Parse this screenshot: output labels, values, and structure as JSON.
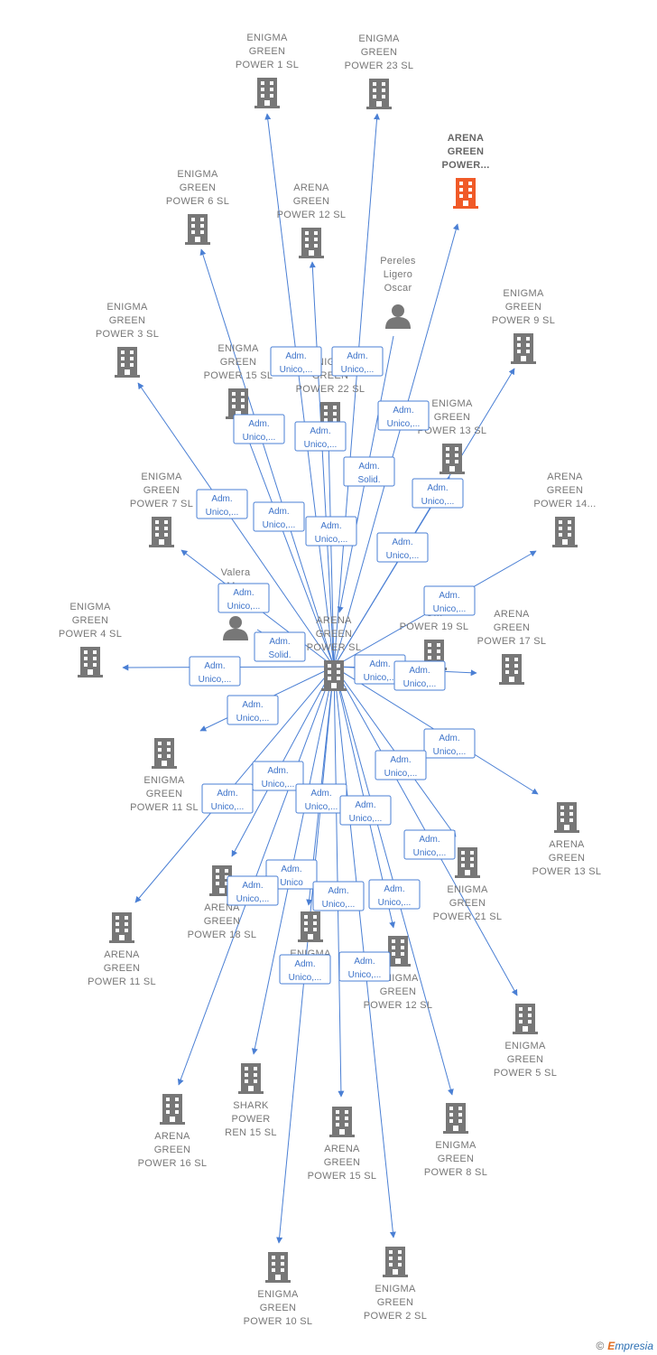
{
  "center": "c",
  "nodes": [
    {
      "id": "c",
      "label": [
        "ARENA",
        "GREEN",
        "POWER  SL"
      ],
      "type": "company"
    },
    {
      "id": "n_egp1",
      "label": [
        "ENIGMA",
        "GREEN",
        "POWER 1  SL"
      ],
      "type": "company"
    },
    {
      "id": "n_egp23",
      "label": [
        "ENIGMA",
        "GREEN",
        "POWER 23  SL"
      ],
      "type": "company"
    },
    {
      "id": "n_agp_hl",
      "label": [
        "ARENA",
        "GREEN",
        "POWER..."
      ],
      "type": "company",
      "highlight": true
    },
    {
      "id": "n_egp6",
      "label": [
        "ENIGMA",
        "GREEN",
        "POWER 6  SL"
      ],
      "type": "company"
    },
    {
      "id": "n_agp12",
      "label": [
        "ARENA",
        "GREEN",
        "POWER 12  SL"
      ],
      "type": "company"
    },
    {
      "id": "n_pereles",
      "label": [
        "Pereles",
        "Ligero",
        "Oscar"
      ],
      "type": "person"
    },
    {
      "id": "n_egp9",
      "label": [
        "ENIGMA",
        "GREEN",
        "POWER 9  SL"
      ],
      "type": "company"
    },
    {
      "id": "n_egp3",
      "label": [
        "ENIGMA",
        "GREEN",
        "POWER 3  SL"
      ],
      "type": "company"
    },
    {
      "id": "n_egp15",
      "label": [
        "ENIGMA",
        "GREEN",
        "POWER 15  SL"
      ],
      "type": "company"
    },
    {
      "id": "n_egp22",
      "label": [
        "ENIGMA",
        "GREEN",
        "POWER 22  SL"
      ],
      "type": "company"
    },
    {
      "id": "n_egp13",
      "label": [
        "ENIGMA",
        "GREEN",
        "POWER 13  SL"
      ],
      "type": "company"
    },
    {
      "id": "n_egp7",
      "label": [
        "ENIGMA",
        "GREEN",
        "POWER 7  SL"
      ],
      "type": "company"
    },
    {
      "id": "n_agp14",
      "label": [
        "ARENA",
        "GREEN",
        "POWER 14..."
      ],
      "type": "company"
    },
    {
      "id": "n_valera",
      "label": [
        "Valera",
        "M...",
        "F..."
      ],
      "type": "person"
    },
    {
      "id": "n_agp19",
      "label": [
        "A...",
        "G...",
        "POWER 19  SL"
      ],
      "type": "company"
    },
    {
      "id": "n_agp17",
      "label": [
        "ARENA",
        "GREEN",
        "POWER 17  SL"
      ],
      "type": "company"
    },
    {
      "id": "n_egp4",
      "label": [
        "ENIGMA",
        "GREEN",
        "POWER 4  SL"
      ],
      "type": "company"
    },
    {
      "id": "n_egp11",
      "label": [
        "ENIGMA",
        "GREEN",
        "POWER 11  SL"
      ],
      "type": "company"
    },
    {
      "id": "n_agp13",
      "label": [
        "ARENA",
        "GREEN",
        "POWER 13  SL"
      ],
      "type": "company"
    },
    {
      "id": "n_agp18",
      "label": [
        "ARENA",
        "GREEN",
        "POWER 18  SL"
      ],
      "type": "company"
    },
    {
      "id": "n_agp21",
      "label": [
        "ENIGMA",
        "GREEN",
        "POWER 21  SL"
      ],
      "type": "company"
    },
    {
      "id": "n_agp11",
      "label": [
        "ARENA",
        "GREEN",
        "POWER 11  SL"
      ],
      "type": "company"
    },
    {
      "id": "n_egpX",
      "label": [
        "ENIGMA",
        "GREEN",
        "P...  SL"
      ],
      "type": "company"
    },
    {
      "id": "n_egp12",
      "label": [
        "ENIGMA",
        "GREEN",
        "POWER 12  SL"
      ],
      "type": "company"
    },
    {
      "id": "n_egp5",
      "label": [
        "ENIGMA",
        "GREEN",
        "POWER 5  SL"
      ],
      "type": "company"
    },
    {
      "id": "n_shark",
      "label": [
        "SHARK",
        "POWER",
        "REN 15  SL"
      ],
      "type": "company"
    },
    {
      "id": "n_agp16",
      "label": [
        "ARENA",
        "GREEN",
        "POWER 16  SL"
      ],
      "type": "company"
    },
    {
      "id": "n_agp15",
      "label": [
        "ARENA",
        "GREEN",
        "POWER 15  SL"
      ],
      "type": "company"
    },
    {
      "id": "n_egp8",
      "label": [
        "ENIGMA",
        "GREEN",
        "POWER 8  SL"
      ],
      "type": "company"
    },
    {
      "id": "n_egp10",
      "label": [
        "ENIGMA",
        "GREEN",
        "POWER 10  SL"
      ],
      "type": "company"
    },
    {
      "id": "n_egp2",
      "label": [
        "ENIGMA",
        "GREEN",
        "POWER 2  SL"
      ],
      "type": "company"
    }
  ],
  "edges": [
    {
      "from": "c",
      "to": "n_egp1",
      "label": [
        "Adm.",
        "Unico,..."
      ]
    },
    {
      "from": "c",
      "to": "n_egp23",
      "label": [
        "Adm.",
        "Unico,..."
      ]
    },
    {
      "from": "c",
      "to": "n_agp_hl",
      "label": [
        "Adm.",
        "Unico,..."
      ]
    },
    {
      "from": "c",
      "to": "n_egp6",
      "label": [
        "Adm.",
        "Unico,..."
      ]
    },
    {
      "from": "c",
      "to": "n_agp12",
      "label": [
        "Adm.",
        "Unico,..."
      ]
    },
    {
      "from": "n_pereles",
      "to": "c",
      "label": [
        "Adm.",
        "Solid."
      ]
    },
    {
      "from": "c",
      "to": "n_egp9",
      "label": [
        "Adm.",
        "Unico,..."
      ]
    },
    {
      "from": "c",
      "to": "n_egp3",
      "label": [
        "Adm.",
        "Unico,..."
      ]
    },
    {
      "from": "c",
      "to": "n_egp15",
      "label": [
        "Adm.",
        "Unico,..."
      ]
    },
    {
      "from": "c",
      "to": "n_egp22",
      "label": [
        "Adm.",
        "Unico,..."
      ]
    },
    {
      "from": "c",
      "to": "n_egp13",
      "label": [
        "Adm.",
        "Unico,..."
      ]
    },
    {
      "from": "c",
      "to": "n_egp7",
      "label": [
        "Adm.",
        "Unico,..."
      ]
    },
    {
      "from": "c",
      "to": "n_agp14",
      "label": [
        "Adm.",
        "Unico,..."
      ]
    },
    {
      "from": "n_valera",
      "to": "c",
      "label": [
        "Adm.",
        "Solid."
      ]
    },
    {
      "from": "c",
      "to": "n_agp19",
      "label": [
        "Adm.",
        "Unico,..."
      ]
    },
    {
      "from": "c",
      "to": "n_agp17",
      "label": [
        "Adm.",
        "Unico,..."
      ]
    },
    {
      "from": "c",
      "to": "n_egp4",
      "label": [
        "Adm.",
        "Unico,..."
      ]
    },
    {
      "from": "c",
      "to": "n_egp11",
      "label": [
        "Adm.",
        "Unico,..."
      ]
    },
    {
      "from": "c",
      "to": "n_agp13",
      "label": [
        "Adm.",
        "Unico,..."
      ]
    },
    {
      "from": "c",
      "to": "n_agp18",
      "label": [
        "Adm.",
        "Unico,..."
      ]
    },
    {
      "from": "c",
      "to": "n_agp21",
      "label": [
        "Adm.",
        "Unico,..."
      ]
    },
    {
      "from": "c",
      "to": "n_agp11",
      "label": [
        "Adm.",
        "Unico,..."
      ]
    },
    {
      "from": "c",
      "to": "n_egpX",
      "label": [
        "Adm.",
        "Unico,..."
      ]
    },
    {
      "from": "c",
      "to": "n_egp12",
      "label": [
        "Adm.",
        "Unico,..."
      ]
    },
    {
      "from": "c",
      "to": "n_egp5",
      "label": [
        "Adm.",
        "Unico,..."
      ]
    },
    {
      "from": "c",
      "to": "n_shark",
      "label": [
        "Adm.",
        "Unico"
      ]
    },
    {
      "from": "c",
      "to": "n_agp16",
      "label": [
        "Adm.",
        "Unico,..."
      ]
    },
    {
      "from": "c",
      "to": "n_agp15",
      "label": [
        "Adm.",
        "Unico,..."
      ]
    },
    {
      "from": "c",
      "to": "n_egp8",
      "label": [
        "Adm.",
        "Unico,..."
      ]
    },
    {
      "from": "c",
      "to": "n_egp10",
      "label": [
        "Adm.",
        "Unico,..."
      ]
    },
    {
      "from": "c",
      "to": "n_egp2",
      "label": [
        "Adm.",
        "Unico,..."
      ]
    }
  ],
  "colors": {
    "edge": "#4a7fd4",
    "node": "#777777",
    "highlight": "#f05a28"
  },
  "footer": {
    "copyright": "©",
    "brand_initial": "E",
    "brand_rest": "mpresia"
  }
}
